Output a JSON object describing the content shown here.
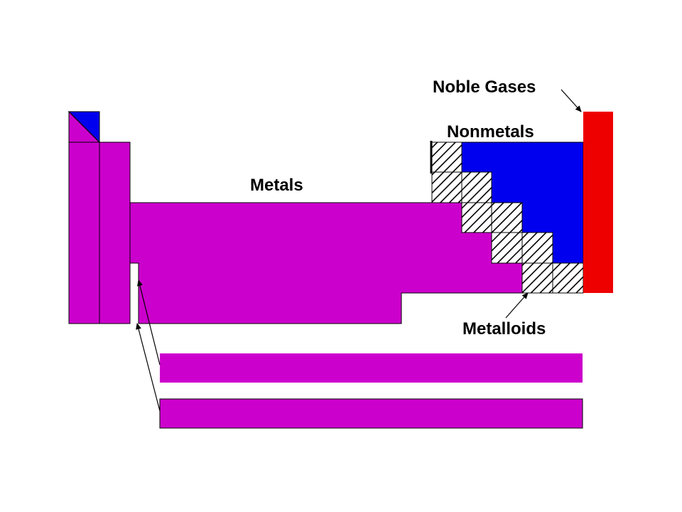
{
  "labels": {
    "noble_gases": "Noble Gases",
    "nonmetals": "Nonmetals",
    "metals": "Metals",
    "metalloids": "Metalloids"
  },
  "colors": {
    "metals": "#CC00CC",
    "nonmetals": "#0000EE",
    "noble_gases": "#EE0000",
    "outline": "#000000",
    "hatch": "#000000",
    "background": "#FFFFFF"
  }
}
